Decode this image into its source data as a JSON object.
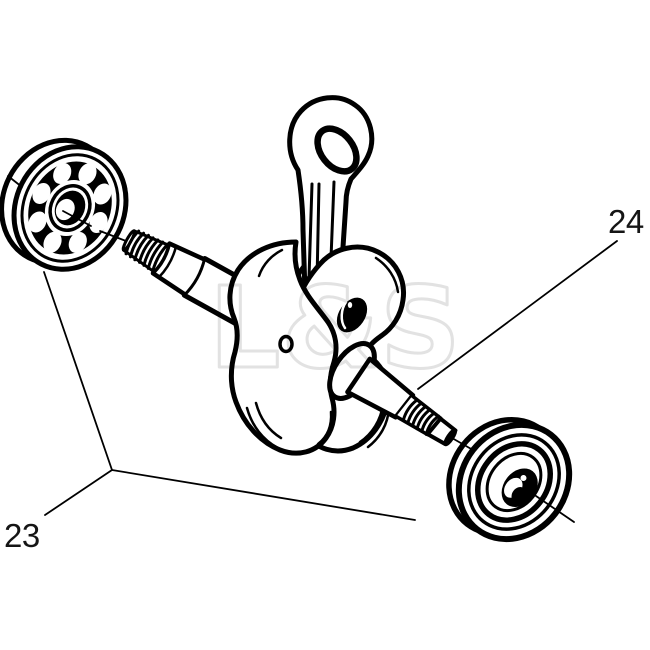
{
  "watermark": {
    "text": "L&S",
    "color": "#e2e2e2"
  },
  "labels": {
    "l23": "23",
    "l24": "24"
  },
  "colors": {
    "line": "#000000",
    "background": "#ffffff"
  }
}
